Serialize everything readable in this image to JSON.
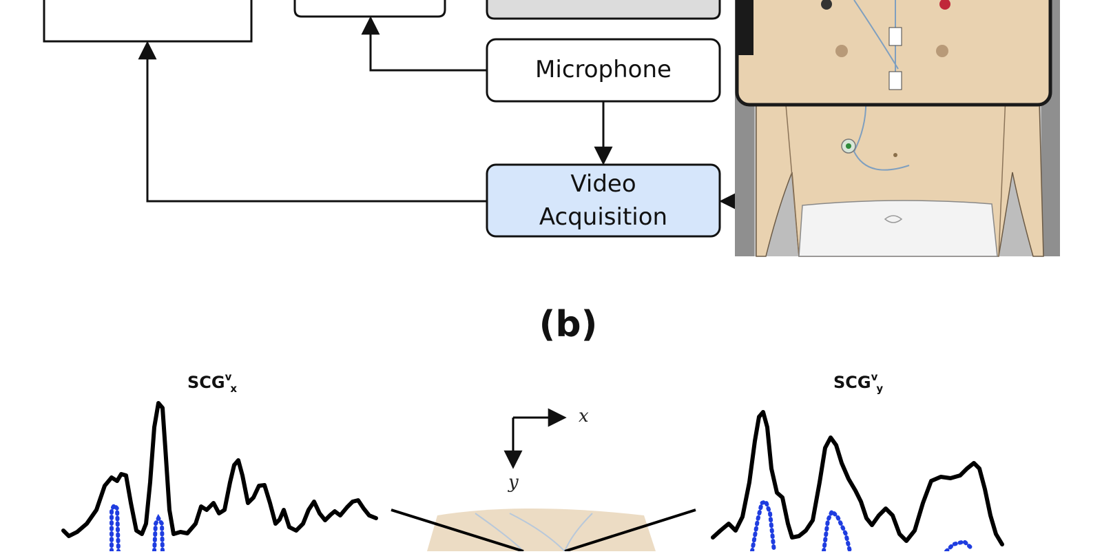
{
  "panel_b": {
    "label": "(b)"
  },
  "nodes": {
    "microphone": {
      "label": "Microphone"
    },
    "video_acquisition": {
      "line1": "Video",
      "line2": "Acquisition"
    }
  },
  "signals": {
    "left": {
      "base": "SCG",
      "sup": "v",
      "sub": "x"
    },
    "right": {
      "base": "SCG",
      "sup": "v",
      "sub": "y"
    }
  },
  "axes": {
    "x": "x",
    "y": "y"
  },
  "colors": {
    "box_stroke": "#111111",
    "box_fill": "#ffffff",
    "grey_box_fill": "#dcdcdc",
    "video_fill": "#d6e6fb",
    "skin": "#e9d2b0",
    "phone_frame": "#1a1a1a",
    "dots": "#1f3de0"
  }
}
